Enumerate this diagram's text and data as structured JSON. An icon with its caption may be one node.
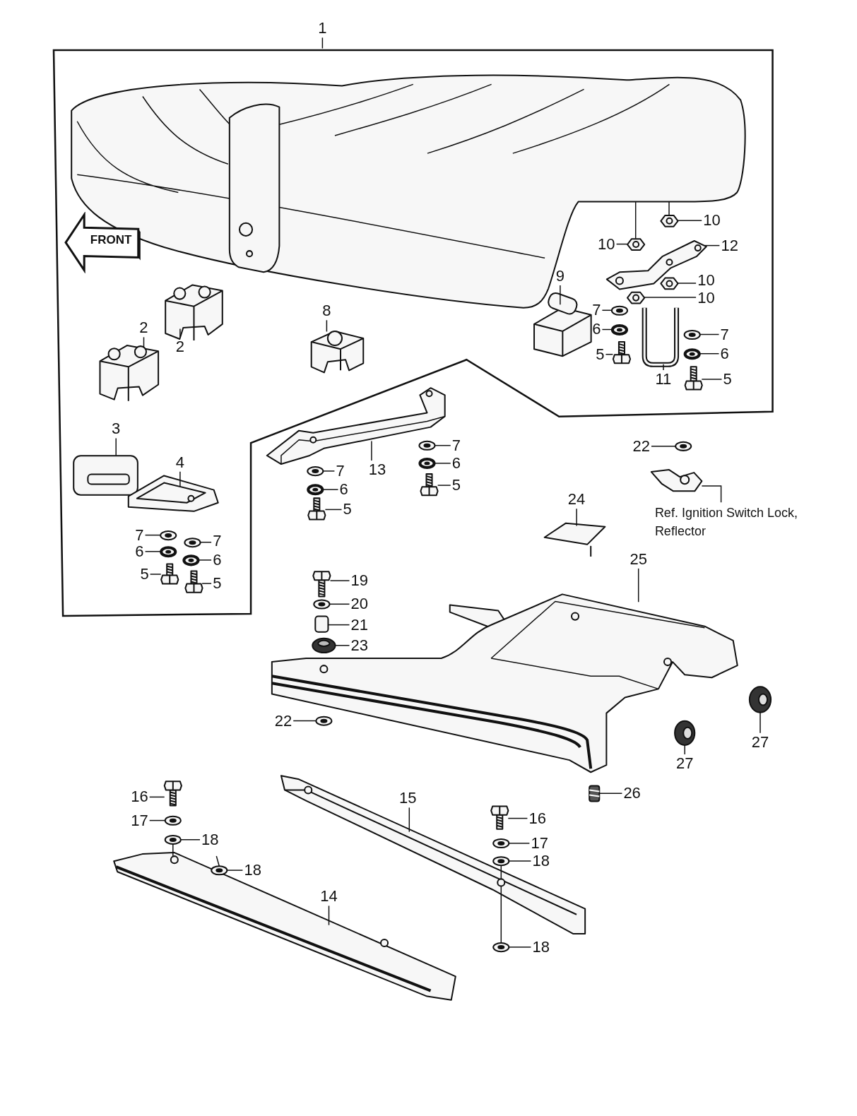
{
  "diagram": {
    "nodes": [
      {
        "text": [
          "1"
        ]
      },
      {
        "text": [],
        "shape": "box"
      },
      {
        "text": [
          "FRONT"
        ],
        "in": 1
      },
      {
        "text": [
          "2"
        ],
        "in": 1
      },
      {
        "text": [
          "2"
        ],
        "in": 1
      },
      {
        "text": [
          "8"
        ],
        "in": 1
      },
      {
        "text": [
          "9"
        ],
        "in": 1
      },
      {
        "text": [
          "10"
        ],
        "in": 1
      },
      {
        "text": [
          "10"
        ],
        "in": 1
      },
      {
        "text": [
          "12"
        ],
        "in": 1
      },
      {
        "text": [
          "10"
        ],
        "in": 1
      },
      {
        "text": [
          "10"
        ],
        "in": 1
      },
      {
        "text": [
          "7"
        ],
        "in": 1
      },
      {
        "text": [
          "6"
        ],
        "in": 1
      },
      {
        "text": [
          "7"
        ],
        "in": 1
      },
      {
        "text": [
          "5"
        ],
        "in": 1
      },
      {
        "text": [
          "6"
        ],
        "in": 1
      },
      {
        "text": [
          "11"
        ],
        "in": 1
      },
      {
        "text": [
          "5"
        ],
        "in": 1
      },
      {
        "text": [
          "3"
        ],
        "in": 1
      },
      {
        "text": [
          "4"
        ],
        "in": 1
      },
      {
        "text": [
          "7"
        ],
        "in": 1
      },
      {
        "text": [
          "7"
        ],
        "in": 1
      },
      {
        "text": [
          "6"
        ],
        "in": 1
      },
      {
        "text": [
          "6"
        ],
        "in": 1
      },
      {
        "text": [
          "5"
        ],
        "in": 1
      },
      {
        "text": [
          "5"
        ],
        "in": 1
      },
      {
        "text": [
          "7"
        ]
      },
      {
        "text": [
          "22"
        ]
      },
      {
        "text": [
          "13"
        ]
      },
      {
        "text": [
          "7"
        ]
      },
      {
        "text": [
          "6"
        ]
      },
      {
        "text": [
          "6"
        ]
      },
      {
        "text": [
          "5"
        ]
      },
      {
        "text": [
          "5"
        ]
      },
      {
        "text": [
          "24"
        ]
      },
      {
        "text": [
          "Ref. Ignition Switch Lock, Reflector"
        ]
      },
      {
        "text": [
          "25"
        ]
      },
      {
        "text": [
          "19"
        ]
      },
      {
        "text": [
          "20"
        ]
      },
      {
        "text": [
          "21"
        ]
      },
      {
        "text": [
          "23"
        ]
      },
      {
        "text": [
          "22"
        ]
      },
      {
        "text": [
          "27"
        ]
      },
      {
        "text": [
          "27"
        ]
      },
      {
        "text": [
          "26"
        ]
      },
      {
        "text": [
          "16"
        ]
      },
      {
        "text": [
          "15"
        ]
      },
      {
        "text": [
          "16"
        ]
      },
      {
        "text": [
          "17"
        ]
      },
      {
        "text": [
          "18"
        ]
      },
      {
        "text": [
          "17"
        ]
      },
      {
        "text": [
          "18"
        ]
      },
      {
        "text": [
          "18"
        ]
      },
      {
        "text": [
          "14"
        ]
      },
      {
        "text": [
          "18"
        ]
      },
      {
        "text": [],
        "shape": "picture",
        "in": 1
      },
      {
        "text": [],
        "shape": "picture",
        "in": 1
      },
      {
        "text": [],
        "shape": "picture",
        "in": 1
      },
      {
        "text": [],
        "shape": "picture",
        "in": 1
      },
      {
        "text": [],
        "shape": "picture",
        "in": 1
      },
      {
        "text": [],
        "shape": "picture",
        "in": 1
      },
      {
        "text": [],
        "shape": "picture",
        "in": 1
      },
      {
        "text": [],
        "shape": "picture",
        "in": 1
      },
      {
        "text": [],
        "shape": "picture",
        "in": 1
      },
      {
        "text": [],
        "shape": "picture",
        "in": 1
      },
      {
        "text": [],
        "shape": "picture",
        "in": 1
      },
      {
        "text": [],
        "shape": "picture",
        "in": 1
      },
      {
        "text": [],
        "shape": "picture",
        "in": 1
      },
      {
        "text": [],
        "shape": "picture",
        "in": 1
      },
      {
        "text": [],
        "shape": "picture",
        "in": 1
      },
      {
        "text": [],
        "shape": "picture",
        "in": 1
      },
      {
        "text": [],
        "shape": "picture",
        "in": 1
      },
      {
        "text": [],
        "shape": "picture",
        "in": 1
      },
      {
        "text": [],
        "shape": "picture",
        "in": 1
      },
      {
        "text": [],
        "shape": "picture",
        "in": 1
      },
      {
        "text": [],
        "shape": "picture",
        "in": 1
      },
      {
        "text": [],
        "shape": "picture",
        "in": 1
      },
      {
        "text": [],
        "shape": "picture",
        "in": 1
      },
      {
        "text": [],
        "shape": "picture",
        "in": 1
      },
      {
        "text": [],
        "shape": "picture",
        "in": 1
      },
      {
        "text": [],
        "shape": "picture"
      },
      {
        "text": [],
        "shape": "picture"
      },
      {
        "text": [],
        "shape": "picture"
      },
      {
        "text": [],
        "shape": "picture"
      },
      {
        "text": [],
        "shape": "picture"
      },
      {
        "text": [],
        "shape": "picture"
      },
      {
        "text": [],
        "shape": "picture"
      },
      {
        "text": [],
        "shape": "picture"
      },
      {
        "text": [],
        "shape": "picture"
      },
      {
        "text": [],
        "shape": "picture"
      },
      {
        "text": [],
        "shape": "picture"
      },
      {
        "text": [],
        "shape": "picture"
      },
      {
        "text": [],
        "shape": "picture"
      },
      {
        "text": [],
        "shape": "picture"
      },
      {
        "text": [],
        "shape": "picture"
      },
      {
        "text": [],
        "shape": "picture"
      },
      {
        "text": [],
        "shape": "picture"
      },
      {
        "text": [],
        "shape": "picture"
      },
      {
        "text": [],
        "shape": "picture"
      },
      {
        "text": [],
        "shape": "picture"
      },
      {
        "text": [],
        "shape": "picture"
      },
      {
        "text": [],
        "shape": "picture"
      },
      {
        "text": [],
        "shape": "picture"
      },
      {
        "text": [],
        "shape": "picture"
      },
      {
        "text": [],
        "shape": "picture"
      },
      {
        "text": [],
        "shape": "picture"
      },
      {
        "text": [],
        "shape": "picture"
      },
      {
        "text": [],
        "shape": "picture"
      },
      {
        "text": [],
        "shape": "picture"
      }
    ],
    "edges": [
      {
        "from": 0,
        "to": 1,
        "arrow": "none"
      },
      {
        "from": 3,
        "to": 58,
        "arrow": "none"
      },
      {
        "from": 4,
        "to": 57,
        "arrow": "none"
      },
      {
        "from": 5,
        "to": 59,
        "arrow": "none"
      },
      {
        "from": 6,
        "to": 60,
        "arrow": "none"
      },
      {
        "from": 7,
        "to": 61,
        "arrow": "none"
      },
      {
        "from": 8,
        "to": 62,
        "arrow": "none"
      },
      {
        "from": 9,
        "to": 63,
        "arrow": "none"
      },
      {
        "from": 10,
        "to": 64,
        "arrow": "none"
      },
      {
        "from": 11,
        "to": 65,
        "arrow": "none"
      },
      {
        "from": 12,
        "to": 66,
        "arrow": "none"
      },
      {
        "from": 13,
        "to": 67,
        "arrow": "none"
      },
      {
        "from": 14,
        "to": 69,
        "arrow": "none"
      },
      {
        "from": 15,
        "to": 68,
        "arrow": "none"
      },
      {
        "from": 16,
        "to": 70,
        "arrow": "none"
      },
      {
        "from": 17,
        "to": 71,
        "arrow": "none"
      },
      {
        "from": 18,
        "to": 72,
        "arrow": "none"
      },
      {
        "from": 19,
        "to": 73,
        "arrow": "none"
      },
      {
        "from": 20,
        "to": 74,
        "arrow": "none"
      },
      {
        "from": 21,
        "to": 75,
        "arrow": "none"
      },
      {
        "from": 22,
        "to": 76,
        "arrow": "none"
      },
      {
        "from": 23,
        "to": 77,
        "arrow": "none"
      },
      {
        "from": 24,
        "to": 78,
        "arrow": "none"
      },
      {
        "from": 25,
        "to": 79,
        "arrow": "none"
      },
      {
        "from": 26,
        "to": 80,
        "arrow": "none"
      },
      {
        "from": 27,
        "to": 85,
        "arrow": "none"
      },
      {
        "from": 28,
        "to": 88,
        "arrow": "none"
      },
      {
        "from": 29,
        "to": 81,
        "arrow": "none"
      },
      {
        "from": 30,
        "to": 82,
        "arrow": "none"
      },
      {
        "from": 31,
        "to": 86,
        "arrow": "none"
      },
      {
        "from": 32,
        "to": 83,
        "arrow": "none"
      },
      {
        "from": 33,
        "to": 87,
        "arrow": "none"
      },
      {
        "from": 34,
        "to": 84,
        "arrow": "none"
      },
      {
        "from": 35,
        "to": 90,
        "arrow": "none"
      },
      {
        "from": 36,
        "to": 89,
        "arrow": "none"
      },
      {
        "from": 37,
        "to": 91,
        "arrow": "none"
      },
      {
        "from": 38,
        "to": 92,
        "arrow": "none"
      },
      {
        "from": 39,
        "to": 93,
        "arrow": "none"
      },
      {
        "from": 40,
        "to": 94,
        "arrow": "none"
      },
      {
        "from": 41,
        "to": 95,
        "arrow": "none"
      },
      {
        "from": 42,
        "to": 96,
        "arrow": "none"
      },
      {
        "from": 43,
        "to": 97,
        "arrow": "none"
      },
      {
        "from": 44,
        "to": 98,
        "arrow": "none"
      },
      {
        "from": 45,
        "to": 99,
        "arrow": "none"
      },
      {
        "from": 46,
        "to": 102,
        "arrow": "none"
      },
      {
        "from": 47,
        "to": 100,
        "arrow": "none"
      },
      {
        "from": 48,
        "to": 106,
        "arrow": "none"
      },
      {
        "from": 49,
        "to": 103,
        "arrow": "none"
      },
      {
        "from": 50,
        "to": 104,
        "arrow": "none"
      },
      {
        "from": 51,
        "to": 107,
        "arrow": "none"
      },
      {
        "from": 52,
        "to": 108,
        "arrow": "none"
      },
      {
        "from": 53,
        "to": 105,
        "arrow": "none"
      },
      {
        "from": 54,
        "to": 101,
        "arrow": "none"
      },
      {
        "from": 55,
        "to": 109,
        "arrow": "none"
      },
      {
        "from": 62,
        "to": 56,
        "arrow": "none"
      },
      {
        "from": 61,
        "to": 56,
        "arrow": "none"
      },
      {
        "from": 104,
        "to": 101,
        "arrow": "none"
      },
      {
        "from": 105,
        "to": 101,
        "arrow": "none"
      },
      {
        "from": 108,
        "to": 100,
        "arrow": "none"
      },
      {
        "from": 100,
        "to": 109,
        "arrow": "none"
      }
    ]
  }
}
